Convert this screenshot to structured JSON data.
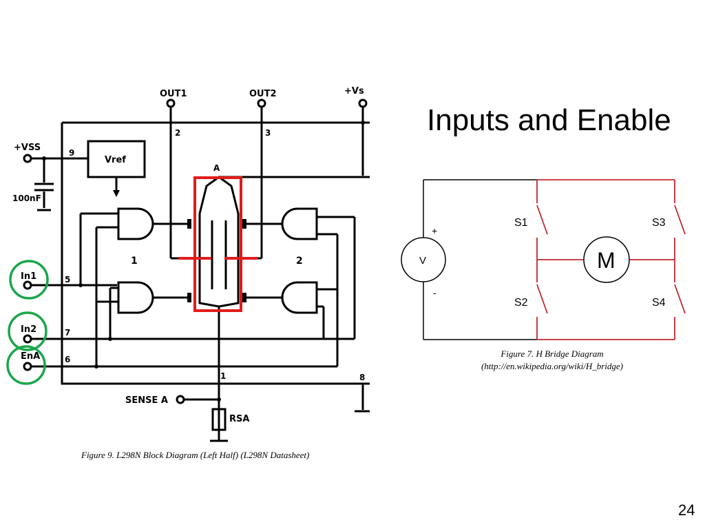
{
  "slide": {
    "title": "Inputs and Enable",
    "page_number": "24"
  },
  "figure9": {
    "caption": "Figure 9. L298N Block Diagram (Left Half) (L298N Datasheet)",
    "labels": {
      "out1": "OUT1",
      "out2": "OUT2",
      "vs": "+Vs",
      "vss": "+VSS",
      "vref": "Vref",
      "cap": "100nF",
      "in1": "In1",
      "in2": "In2",
      "ena": "EnA",
      "sense": "SENSE A",
      "rsa": "RSA",
      "node_a": "A",
      "gate1": "1",
      "gate2": "2",
      "pin2": "2",
      "pin3": "3",
      "pin9": "9",
      "pin5": "5",
      "pin7": "7",
      "pin6": "6",
      "pin1": "1",
      "pin8": "8"
    },
    "highlight_colors": {
      "circles": "#1aa64a",
      "box": "#e21b1b"
    }
  },
  "figure7": {
    "caption_line1": "Figure 7. H Bridge Diagram",
    "caption_line2": "(http://en.wikipedia.org/wiki/H_bridge)",
    "labels": {
      "source": "V",
      "plus": "+",
      "minus": "-",
      "motor": "M",
      "s1": "S1",
      "s2": "S2",
      "s3": "S3",
      "s4": "S4"
    },
    "colors": {
      "bridge": "#c0272d",
      "wire": "#000000"
    }
  }
}
